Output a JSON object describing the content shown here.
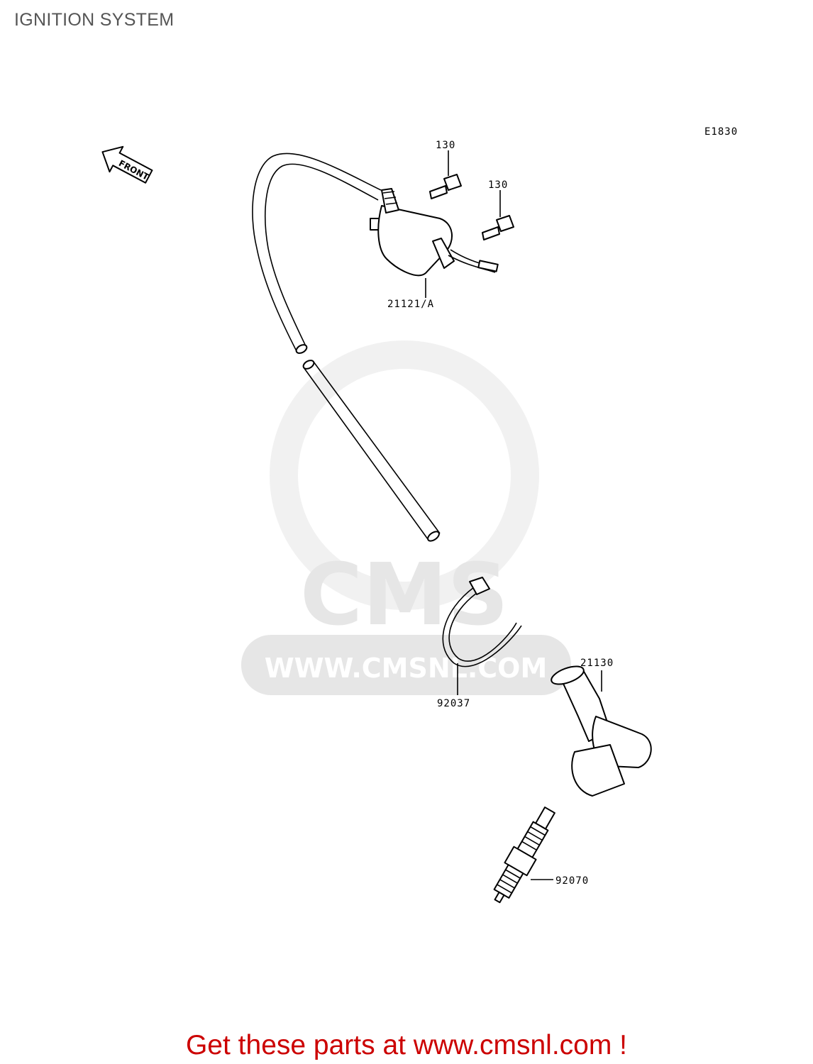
{
  "page": {
    "title": "IGNITION SYSTEM"
  },
  "diagram": {
    "code": "E1830",
    "front_label": "FRONT",
    "callouts": {
      "bolt_1": "130",
      "bolt_2": "130",
      "coil": "21121/A",
      "cap": "21130",
      "clamp": "92037",
      "plug": "92070"
    },
    "watermark": {
      "brand": "CMS",
      "site": "WWW.CMSNL.COM"
    }
  },
  "footer": {
    "link_text": "Get these parts at www.cmsnl.com !"
  }
}
